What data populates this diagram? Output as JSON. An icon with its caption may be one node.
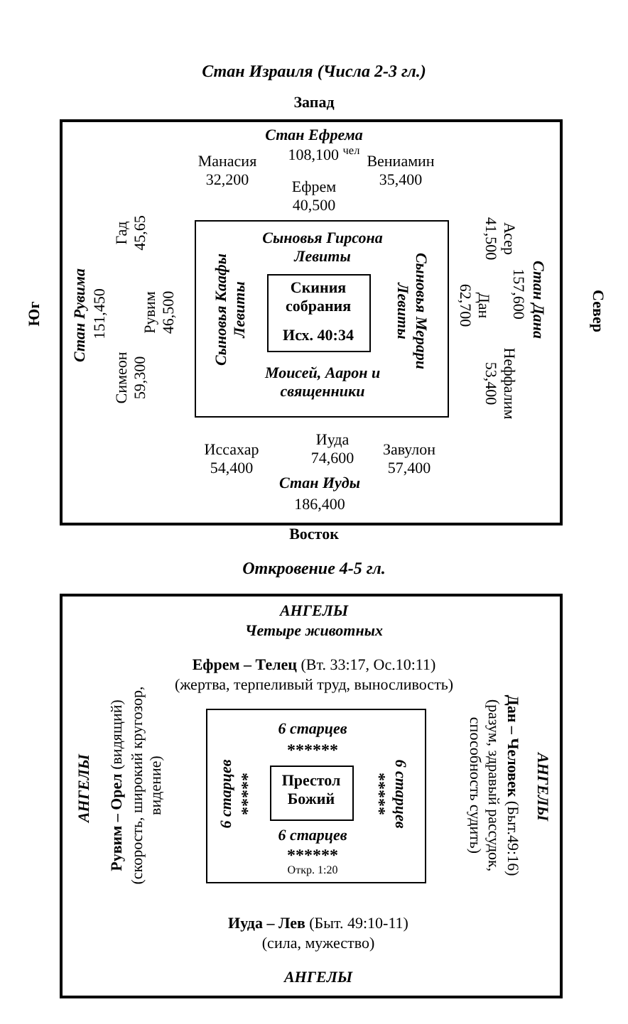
{
  "diagram": {
    "title": "Стан Израиля (Числа 2-3 гл.)",
    "nodes": [
      {
        "text": [
          "Стан Ефрема",
          "108,100 $^{чел}$",
          "Манасия 32,200",
          "Ефрем 40,500",
          "Вениамин 35,400",
          "Гад 45,65",
          "Стан Рувима",
          "151,450",
          "Рувим 46,500",
          "Симеон 59,300",
          "Асер 41,500",
          "Стан Дана",
          "157,600",
          "Дан 62,700",
          "Неффалим 53,400",
          "Иссахар 54,400",
          "Иуда 74,600",
          "Завулон 57,400",
          "Стан Иуды",
          "186,400"
        ]
      },
      {
        "text": [
          "Сыновья Гирсона Левиты",
          "Сыновья Каафы Левиты",
          "Сыновья Мерари Левиты",
          "Моисей, Аарон и священники"
        ],
        "in": 0
      },
      {
        "text": [
          "Скиния собрания",
          "Исх. 40:34"
        ],
        "in": 1
      },
      {
        "text": [
          "АНГЕЛЫ",
          "Четыре животных",
          "**Ефрем – Телец** (Вт. 33:17, Ос.10:11)",
          "(жертва, терпеливый труд, выносливость)",
          "АНГЕЛЫ",
          "**Рувим – Орел** (видящий)",
          "(скорость, широкий кругозор, видение)",
          "**Дан – Человек** (Быт.49:16)",
          "(разум, здравый рассудок, способность судить)",
          "АНГЕЛЫ",
          "**Иуда – Лев** (Быт. 49:10-11)",
          "(сила, мужество)",
          "АНГЕЛЫ"
        ]
      },
      {
        "text": [
          "6 старцев",
          "******",
          "6 старцев",
          "*****",
          "6 старцев",
          "*****",
          "6 старцев",
          "******",
          "Откр. 1:20"
        ],
        "in": 3
      },
      {
        "text": [
          "Престол Божий"
        ],
        "in": 4
      }
    ],
    "labels": [
      "Запад",
      "Юг",
      "Север",
      "Восток",
      "Откровение 4-5 гл."
    ]
  }
}
